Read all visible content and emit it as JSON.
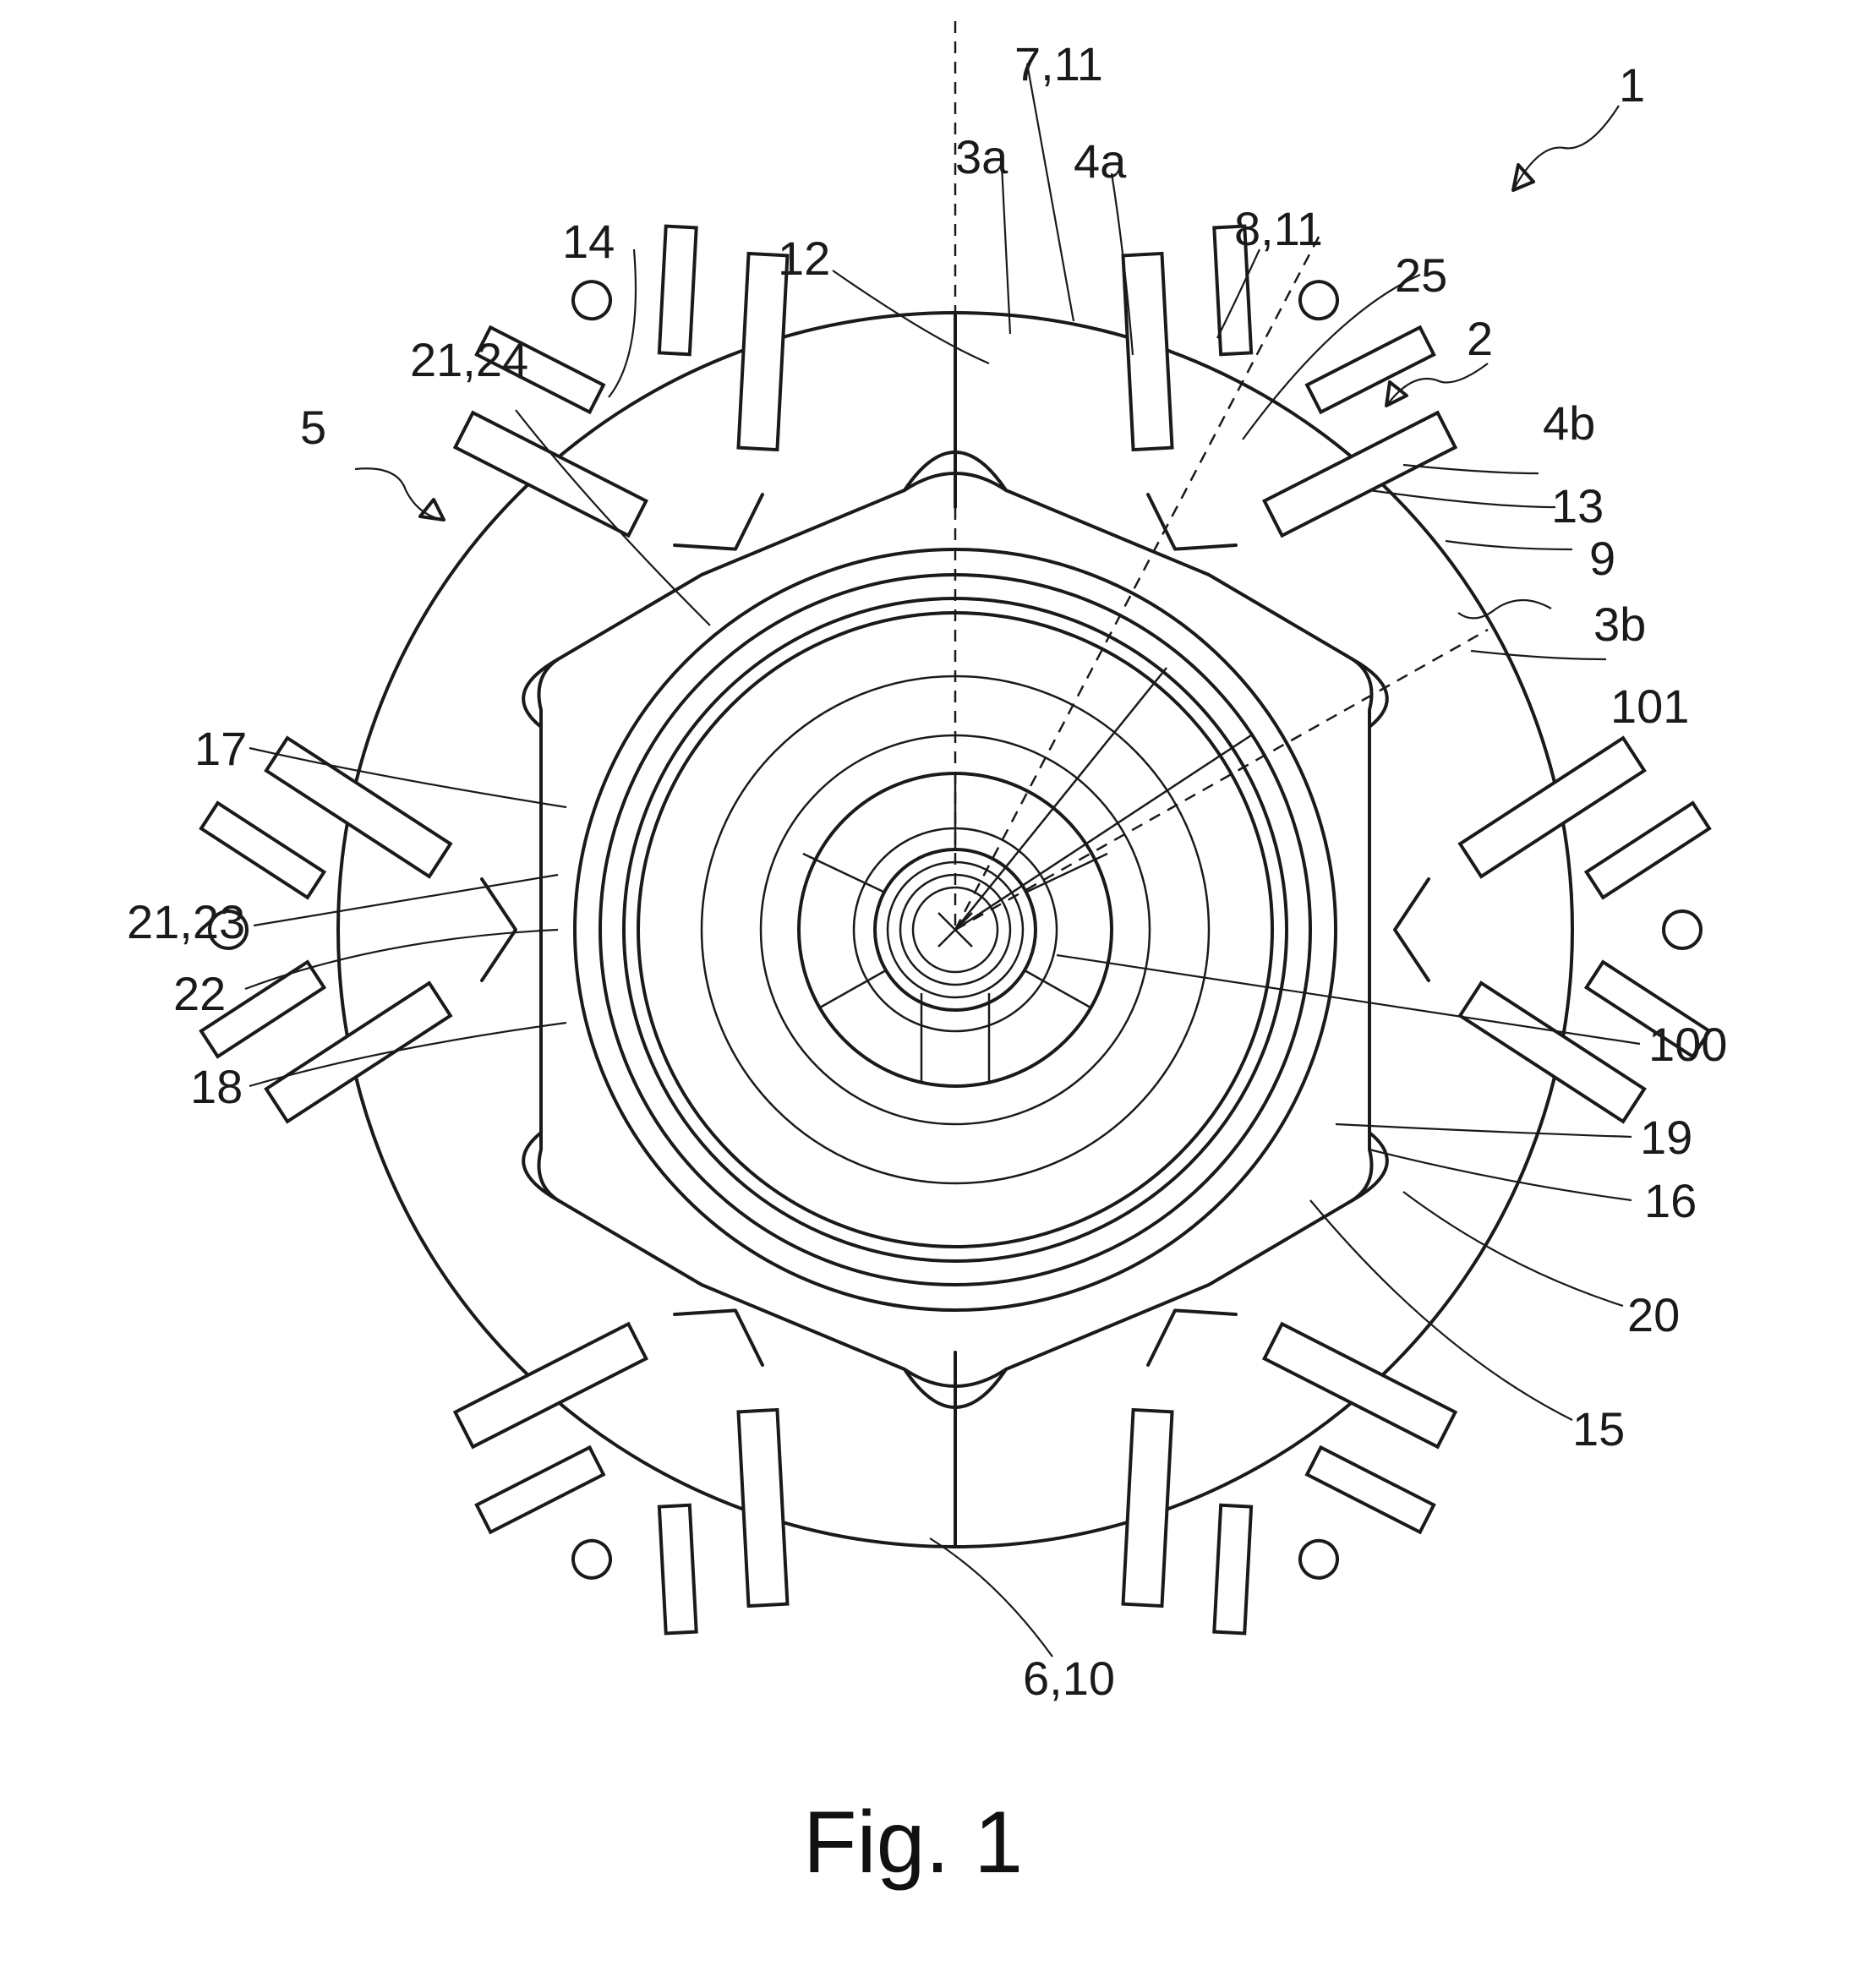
{
  "figure": {
    "caption": "Fig. 1",
    "reference_labels": {
      "r1": "1",
      "r2": "2",
      "r3a": "3a",
      "r3b": "3b",
      "r4a": "4a",
      "r4b": "4b",
      "r5": "5",
      "r6_10": "6,10",
      "r7_11": "7,11",
      "r8_11": "8,11",
      "r9": "9",
      "r12": "12",
      "r13": "13",
      "r14": "14",
      "r15": "15",
      "r16": "16",
      "r17": "17",
      "r18": "18",
      "r19": "19",
      "r20": "20",
      "r21_23": "21,23",
      "r21_24": "21,24",
      "r22": "22",
      "r25": "25",
      "r100": "100",
      "r101": "101"
    }
  }
}
